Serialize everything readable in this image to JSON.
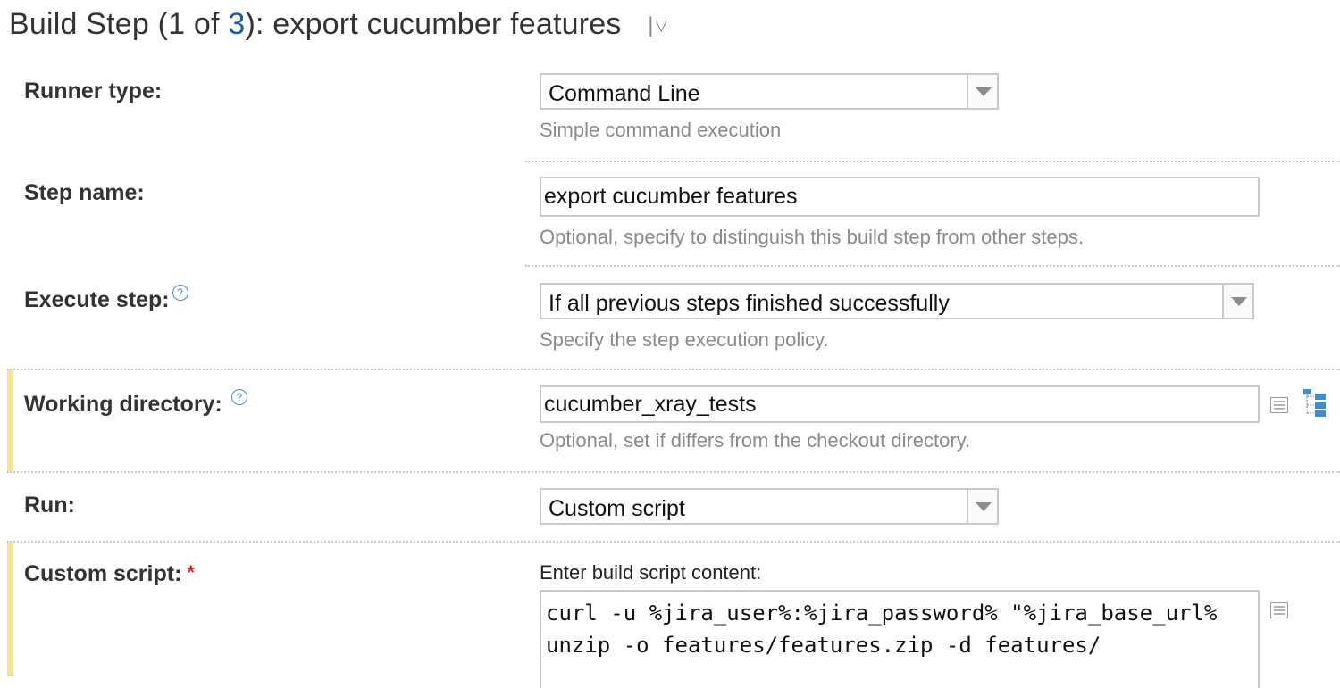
{
  "header": {
    "title_prefix": "Build Step (",
    "step_current": "1",
    "step_of": " of ",
    "step_total": "3",
    "title_suffix": "): export cucumber features",
    "separator": "|",
    "menu_glyph": "▽"
  },
  "runner_type": {
    "label": "Runner type:",
    "value": "Command Line",
    "hint": "Simple command execution"
  },
  "step_name": {
    "label": "Step name:",
    "value": "export cucumber features",
    "hint": "Optional, specify to distinguish this build step from other steps."
  },
  "execute_step": {
    "label": "Execute step:",
    "value": "If all previous steps finished successfully",
    "hint": "Specify the step execution policy."
  },
  "working_directory": {
    "label": "Working directory:",
    "value": "cucumber_xray_tests",
    "hint": "Optional, set if differs from the checkout directory."
  },
  "run": {
    "label": "Run:",
    "value": "Custom script"
  },
  "custom_script": {
    "label": "Custom script:",
    "required_mark": "*",
    "content_label": "Enter build script content:",
    "lines": [
      "curl -u %jira_user%:%jira_password% \"%jira_base_url%",
      "unzip -o features/features.zip -d features/"
    ]
  },
  "icons": {
    "help": "help-circle-icon",
    "dropdown": "dropdown-arrow-icon",
    "text_list": "text-list-icon",
    "directory_tree": "directory-tree-icon"
  },
  "colors": {
    "link_blue": "#1a5fa0",
    "help_blue": "#4a8bc9",
    "required_red": "#dd2222",
    "row_marker_yellow": "#f6e39a",
    "hint_gray": "#8a8a8a"
  }
}
